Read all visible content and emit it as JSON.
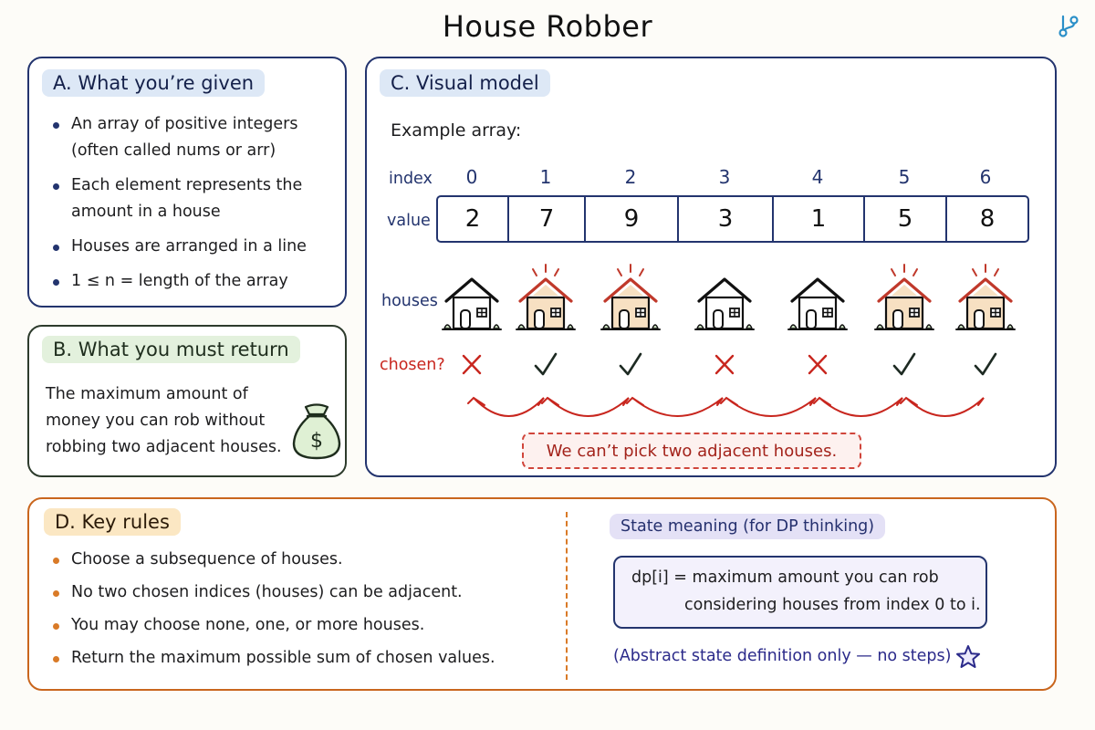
{
  "title": "House Robber",
  "corner_icon": "branch-icon",
  "panel_a": {
    "heading": "A. What you’re given",
    "items": [
      "An array of positive integers (often called nums or arr)",
      "Each element represents the amount in a house",
      "Houses are arranged in a line",
      "1 ≤ n = length of the array"
    ]
  },
  "panel_b": {
    "heading": "B. What you must return",
    "text": "The maximum amount of money you can rob without robbing two adjacent houses.",
    "icon": "money-bag-icon",
    "icon_symbol": "$"
  },
  "panel_c": {
    "heading": "C. Visual model",
    "example_label": "Example array:",
    "index_label": "index",
    "value_label": "value",
    "houses_label": "houses",
    "chosen_label": "chosen?",
    "indices": [
      "0",
      "1",
      "2",
      "3",
      "4",
      "5",
      "6"
    ],
    "values": [
      "2",
      "7",
      "9",
      "3",
      "1",
      "5",
      "8"
    ],
    "chosen": [
      false,
      true,
      true,
      false,
      false,
      true,
      true
    ],
    "warning": "We can’t pick two adjacent houses.",
    "colors": {
      "navy": "#23346e",
      "chosen_house_fill": "#f7e0c2",
      "chosen_roof": "#c0392b",
      "cross": "#c8261e",
      "check": "#1d2a22"
    }
  },
  "panel_d": {
    "heading": "D. Key rules",
    "items": [
      "Choose a subsequence of houses.",
      "No two chosen indices (houses) can be adjacent.",
      "You may choose none, one, or more houses.",
      "Return the maximum possible sum of chosen values."
    ],
    "state_heading": "State meaning (for DP thinking)",
    "dp_line1": "dp[i] = maximum amount you can rob",
    "dp_line2": "considering houses from index 0 to i.",
    "note": "(Abstract state definition only — no steps)",
    "note_icon": "star-icon"
  }
}
